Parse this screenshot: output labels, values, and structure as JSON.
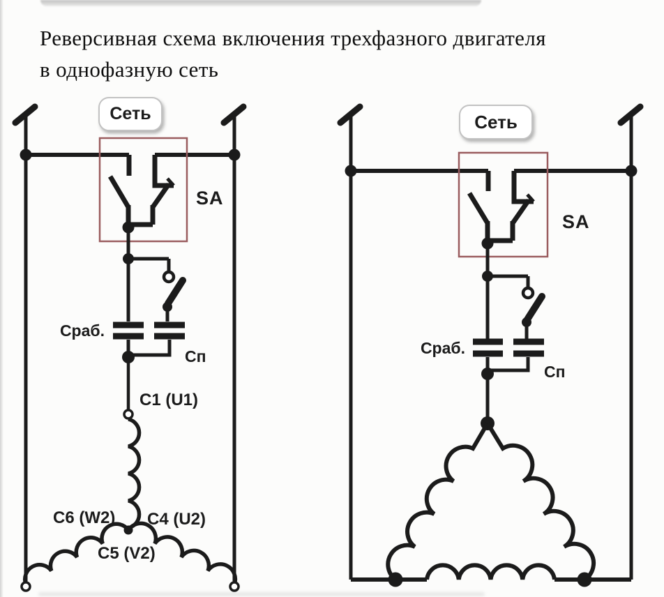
{
  "title": {
    "line1": "Реверсивная схема включения трехфазного двигателя",
    "line2": "в однофазную сеть"
  },
  "colors": {
    "line": "#1b1b1b",
    "switch_highlight_box": "#9a5c5e",
    "badge_border": "#c2c2c2",
    "background": "#fcfcfb"
  },
  "left_circuit": {
    "connection": "star",
    "net_badge": "Сеть",
    "reversing_switch_label": "SA",
    "run_capacitor_label": "Сраб.",
    "start_capacitor_label": "Сп",
    "winding_terminals": {
      "top": "C1 (U1)",
      "left": "C6 (W2)",
      "right": "C4 (U2)",
      "bottom": "C5 (V2)"
    }
  },
  "right_circuit": {
    "connection": "delta",
    "net_badge": "Сеть",
    "reversing_switch_label": "SA",
    "run_capacitor_label": "Сраб.",
    "start_capacitor_label": "Сп"
  }
}
